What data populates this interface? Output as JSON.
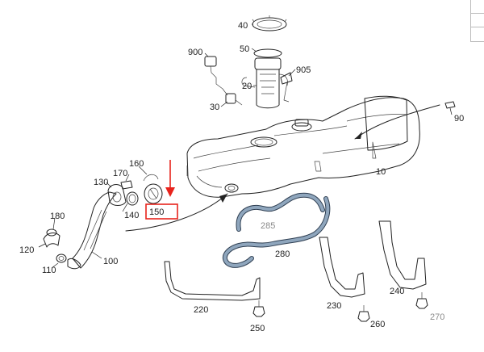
{
  "labels": {
    "p10": "10",
    "p20": "20",
    "p30": "30",
    "p40": "40",
    "p50": "50",
    "p90": "90",
    "p100": "100",
    "p110": "110",
    "p120": "120",
    "p130": "130",
    "p140": "140",
    "p150": "150",
    "p160": "160",
    "p170": "170",
    "p180": "180",
    "p220": "220",
    "p230": "230",
    "p240": "240",
    "p250": "250",
    "p260": "260",
    "p270": "270",
    "p280": "280",
    "p285": "285",
    "p900": "900",
    "p905": "905"
  },
  "colors": {
    "highlight": "#e8231c",
    "hose": "#8fa6bd",
    "line": "#222222"
  }
}
